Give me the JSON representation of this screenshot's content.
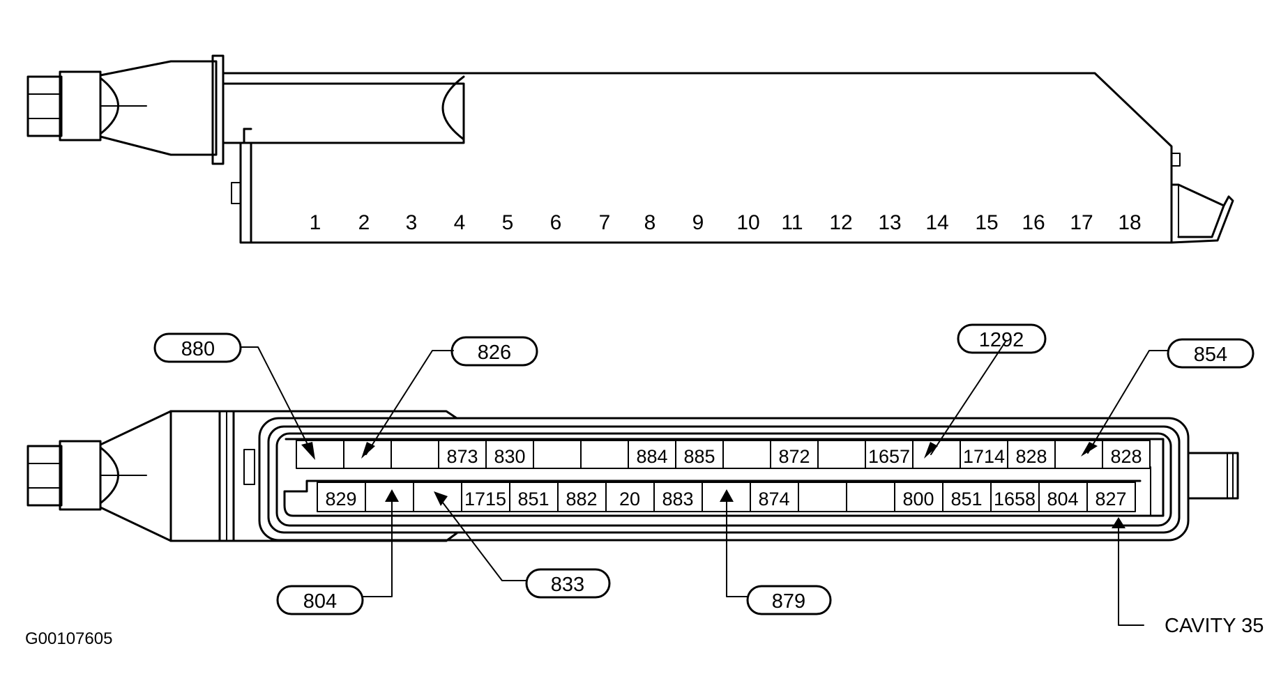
{
  "side_view": {
    "positions": [
      "1",
      "2",
      "3",
      "4",
      "5",
      "6",
      "7",
      "8",
      "9",
      "10",
      "11",
      "12",
      "13",
      "14",
      "15",
      "16",
      "17",
      "18"
    ]
  },
  "face_view": {
    "top_row": [
      "",
      "",
      "",
      "873",
      "830",
      "",
      "",
      "884",
      "885",
      "",
      "872",
      "",
      "1657",
      "",
      "1714",
      "828",
      "",
      "828"
    ],
    "bottom_row": [
      "829",
      "",
      "",
      "1715",
      "851",
      "882",
      "20",
      "883",
      "",
      "874",
      "",
      "",
      "800",
      "851",
      "1658",
      "804",
      "827"
    ]
  },
  "callouts": {
    "c880": "880",
    "c826": "826",
    "c1292": "1292",
    "c854": "854",
    "c804": "804",
    "c833": "833",
    "c879": "879"
  },
  "cavity_label": "CAVITY 35",
  "figure_id": "G00107605"
}
